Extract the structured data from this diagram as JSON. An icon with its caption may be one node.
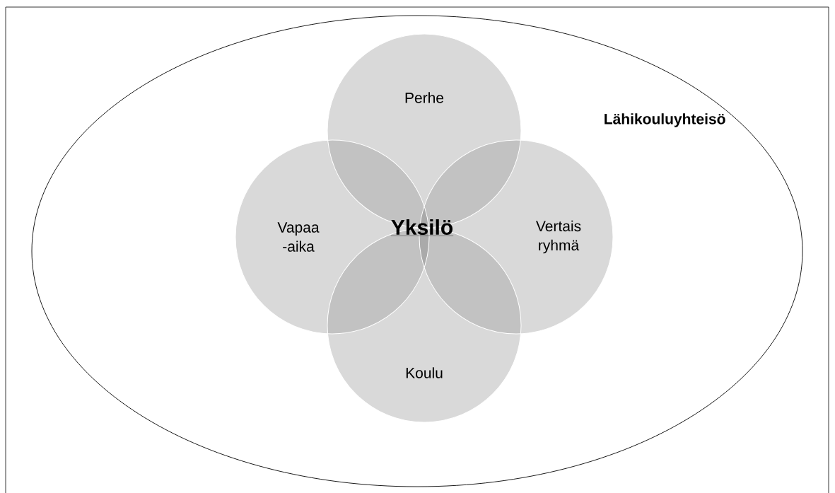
{
  "diagram": {
    "nodes": [
      {
        "text": [
          "Lähikouluyhteisö"
        ]
      },
      {
        "text": [
          "Perhe"
        ],
        "in": 0
      },
      {
        "text": [
          "Vapaa -aika"
        ],
        "in": 0
      },
      {
        "text": [
          "Vertais ryhmä"
        ],
        "in": 0
      },
      {
        "text": [
          "Koulu"
        ],
        "in": 0
      }
    ],
    "labels": [
      "Yksilö"
    ]
  }
}
